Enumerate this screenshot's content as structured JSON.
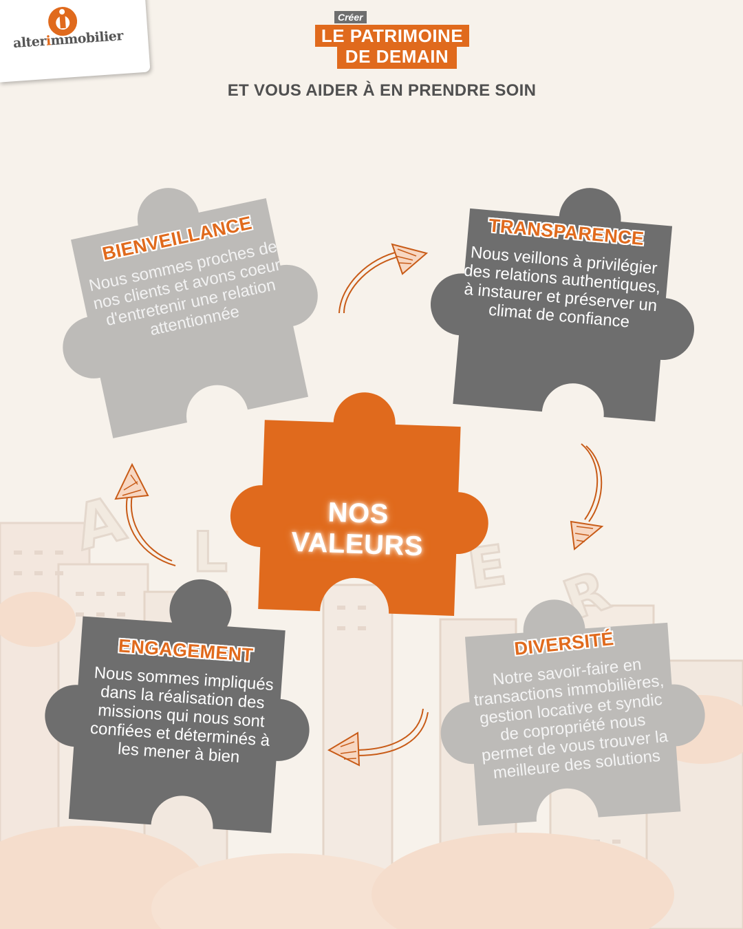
{
  "brand": {
    "logo_prefix": "alter",
    "logo_highlight": "i",
    "logo_suffix": "mmobilier"
  },
  "header": {
    "kicker": "Créer",
    "title_line1": "LE PATRIMOINE",
    "title_line2": "DE DEMAIN",
    "subtitle": "ET VOUS AIDER À EN PRENDRE SOIN"
  },
  "center": {
    "label": "NOS VALEURS"
  },
  "values": [
    {
      "title": "BIENVEILLANCE",
      "description": "Nous sommes proches de nos clients et avons coeur d'entretenir une relation attentionnée"
    },
    {
      "title": "TRANSPARENCE",
      "description": "Nous veillons à privilégier des relations authentiques, à instaurer et préserver un climat de confiance"
    },
    {
      "title": "ENGAGEMENT",
      "description": "Nous sommes impliqués dans la réalisation des missions qui nous sont confiées et déterminés à les mener à bien"
    },
    {
      "title": "DIVERSITÉ",
      "description": "Notre savoir-faire en transactions immobilières, gestion locative et syndic de copropriété nous permet de vous trouver la meilleure des solutions"
    }
  ],
  "colors": {
    "accent": "#e06a1d",
    "light_gray": "#bdbbb8",
    "dark_gray": "#6e6e6e",
    "background": "#f7f2eb"
  }
}
